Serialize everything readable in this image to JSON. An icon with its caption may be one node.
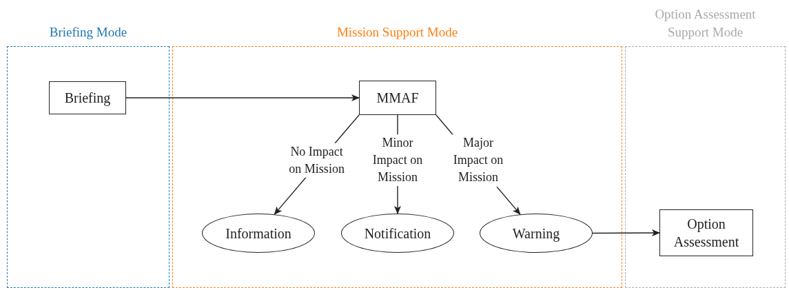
{
  "diagram": {
    "nodes": [
      {
        "text": [
          "Briefing Mode"
        ]
      },
      {
        "text": [
          "Mission Support Mode"
        ]
      },
      {
        "text": [
          "Option Assessment Support Mode"
        ]
      },
      {
        "text": [
          "Briefing"
        ],
        "in": 0
      },
      {
        "text": [
          "MMAF"
        ],
        "in": 1
      },
      {
        "text": [
          "Information"
        ],
        "in": 1
      },
      {
        "text": [
          "Notification"
        ],
        "in": 1
      },
      {
        "text": [
          "Warning"
        ],
        "in": 1
      },
      {
        "text": [
          "Option Assessment"
        ],
        "in": 2
      }
    ],
    "edges": [
      {
        "from": 3,
        "to": 4,
        "arrow": "to"
      },
      {
        "from": 4,
        "to": 5,
        "arrow": "to",
        "label": "No Impact on Mission"
      },
      {
        "from": 4,
        "to": 6,
        "arrow": "to",
        "label": "Minor Impact on Mission"
      },
      {
        "from": 4,
        "to": 7,
        "arrow": "to",
        "label": "Major Impact on Mission"
      },
      {
        "from": 7,
        "to": 8,
        "arrow": "to"
      }
    ]
  }
}
